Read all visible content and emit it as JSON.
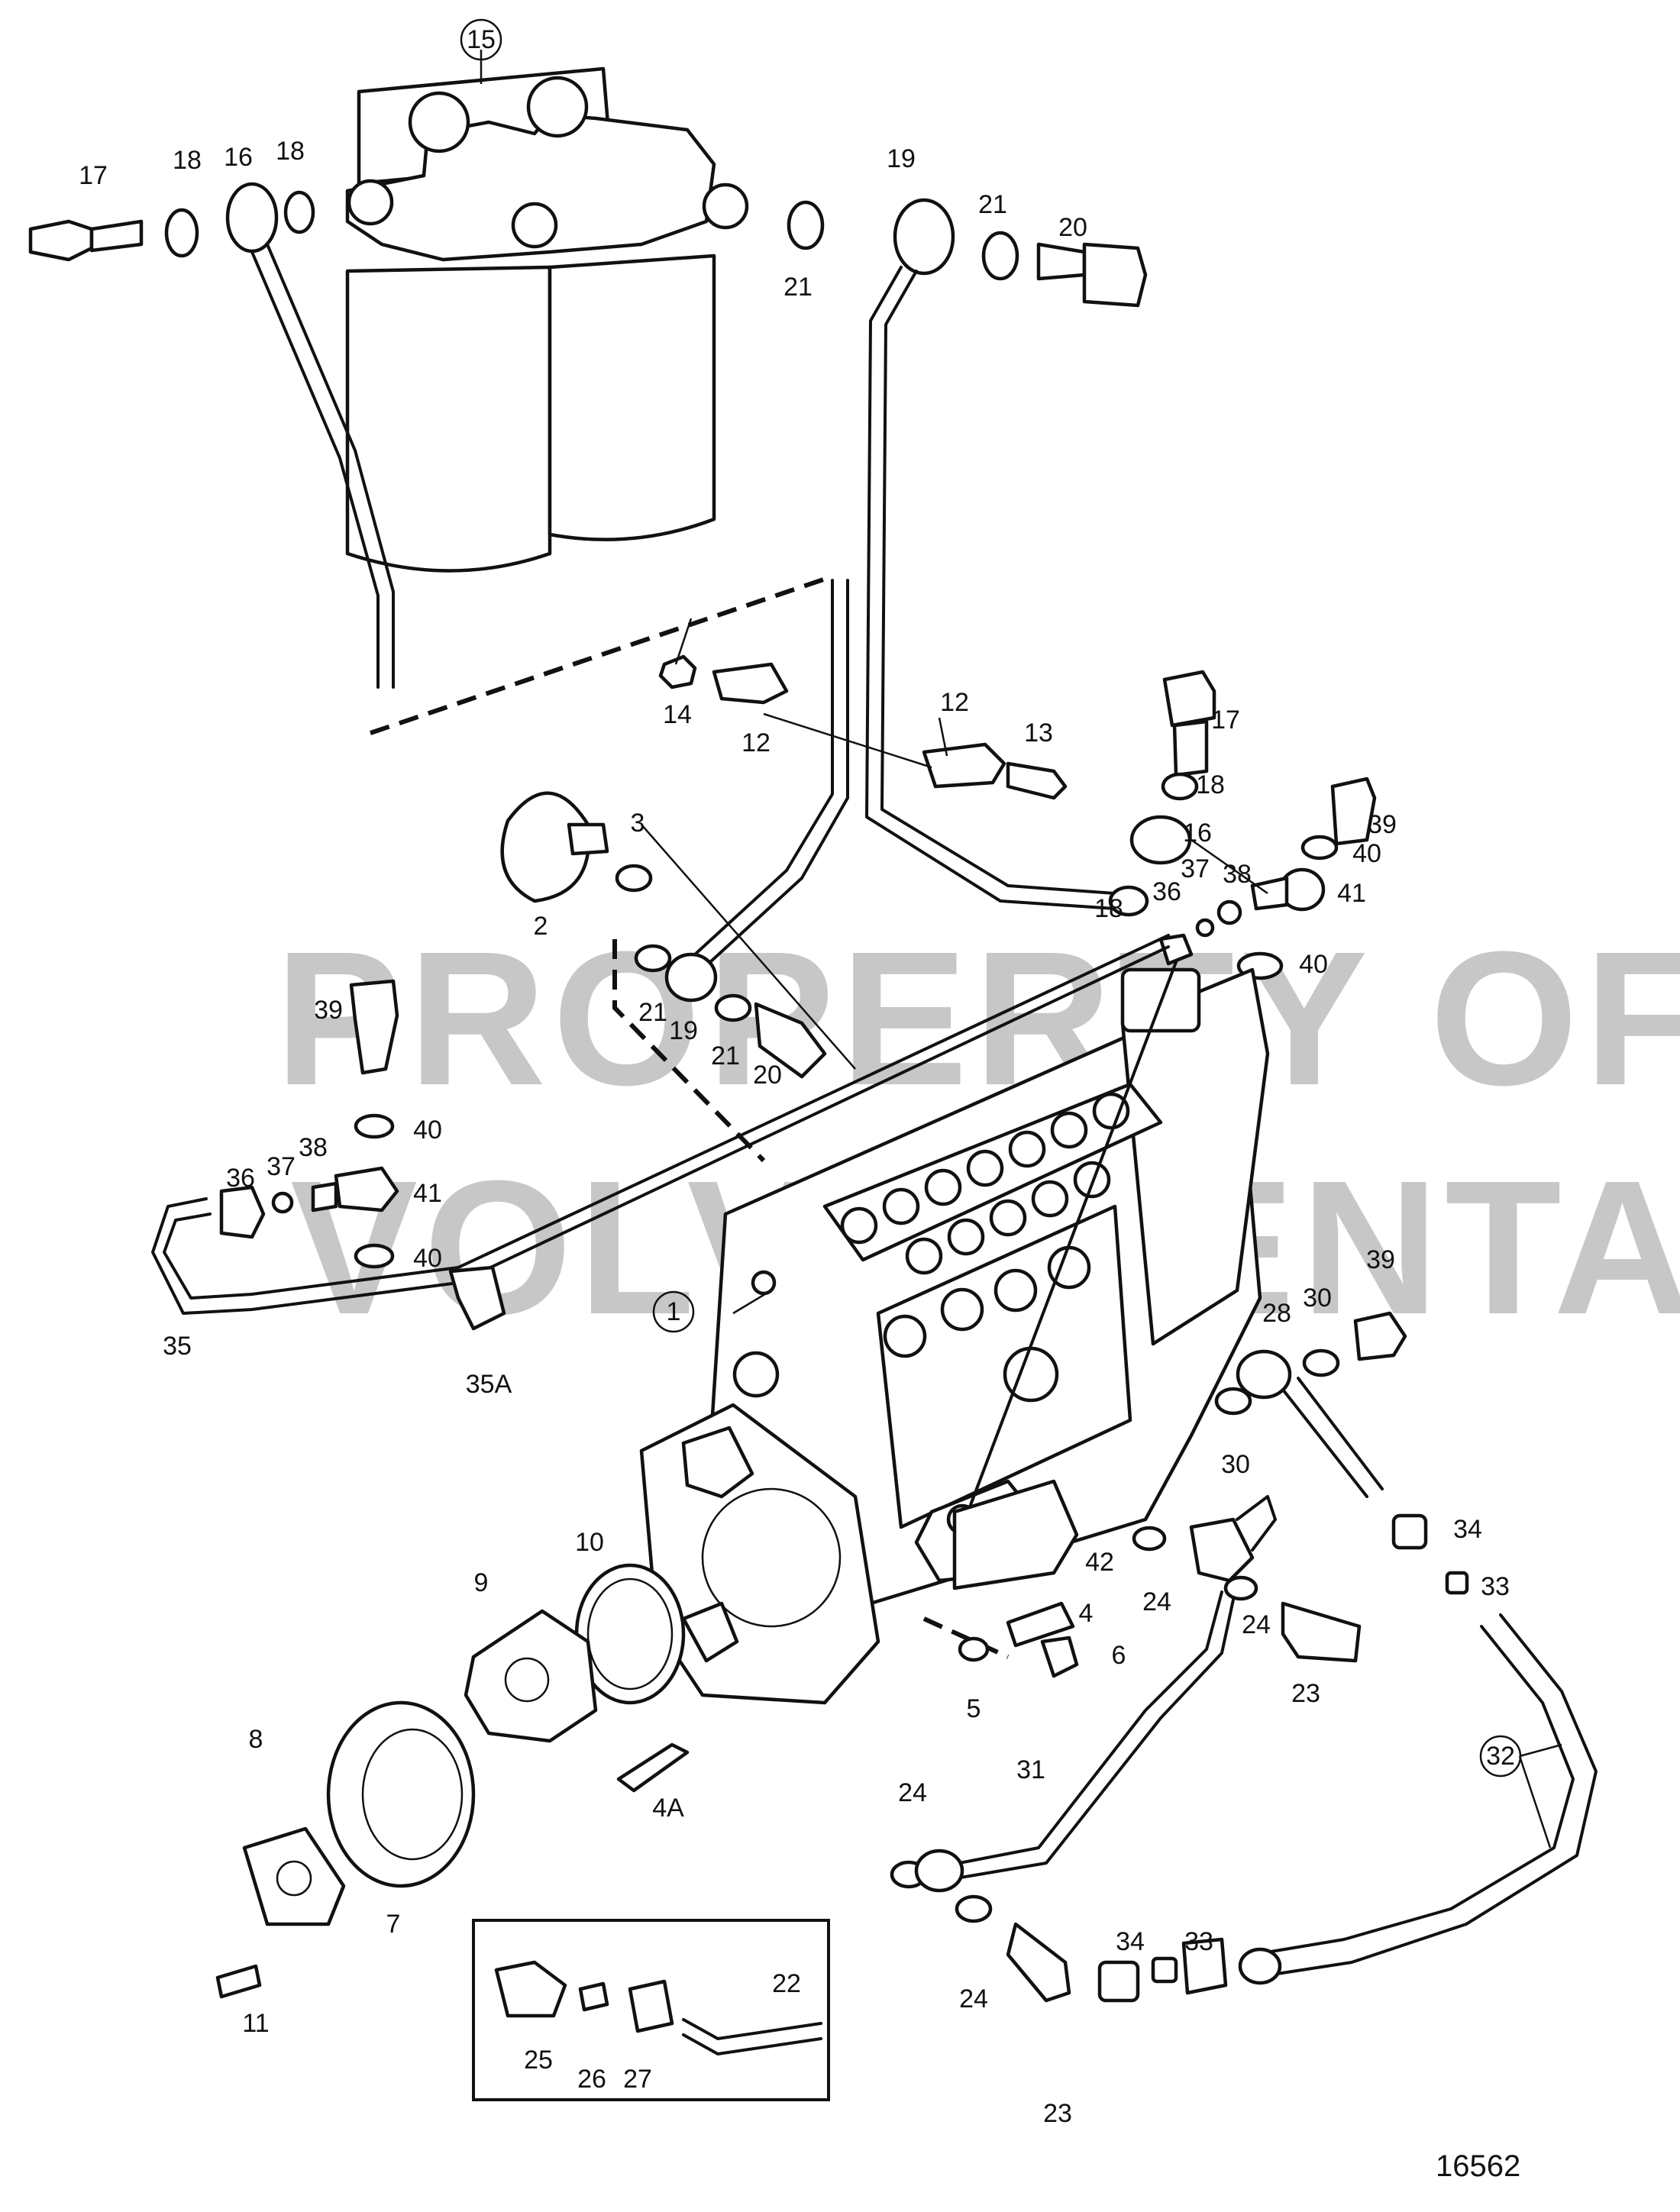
{
  "watermark": {
    "line1": "PROPERTY OF",
    "line2": "VOLVO PENTA"
  },
  "figure_number": "16562",
  "labels": [
    {
      "id": "lbl-15",
      "text": "15",
      "circled": true
    },
    {
      "id": "lbl-17a",
      "text": "17"
    },
    {
      "id": "lbl-18a",
      "text": "18"
    },
    {
      "id": "lbl-16a",
      "text": "16"
    },
    {
      "id": "lbl-18b",
      "text": "18"
    },
    {
      "id": "lbl-19a",
      "text": "19"
    },
    {
      "id": "lbl-21a",
      "text": "21"
    },
    {
      "id": "lbl-21b",
      "text": "21"
    },
    {
      "id": "lbl-20a",
      "text": "20"
    },
    {
      "id": "lbl-14",
      "text": "14"
    },
    {
      "id": "lbl-12a",
      "text": "12"
    },
    {
      "id": "lbl-12b",
      "text": "12"
    },
    {
      "id": "lbl-13",
      "text": "13"
    },
    {
      "id": "lbl-17b",
      "text": "17"
    },
    {
      "id": "lbl-18c",
      "text": "18"
    },
    {
      "id": "lbl-16b",
      "text": "16"
    },
    {
      "id": "lbl-18d",
      "text": "18"
    },
    {
      "id": "lbl-39a",
      "text": "39"
    },
    {
      "id": "lbl-40a",
      "text": "40"
    },
    {
      "id": "lbl-41a",
      "text": "41"
    },
    {
      "id": "lbl-40b",
      "text": "40"
    },
    {
      "id": "lbl-37a",
      "text": "37"
    },
    {
      "id": "lbl-38a",
      "text": "38"
    },
    {
      "id": "lbl-36a",
      "text": "36"
    },
    {
      "id": "lbl-2",
      "text": "2"
    },
    {
      "id": "lbl-3",
      "text": "3"
    },
    {
      "id": "lbl-21c",
      "text": "21"
    },
    {
      "id": "lbl-19b",
      "text": "19"
    },
    {
      "id": "lbl-21d",
      "text": "21"
    },
    {
      "id": "lbl-20b",
      "text": "20"
    },
    {
      "id": "lbl-39b",
      "text": "39"
    },
    {
      "id": "lbl-40c",
      "text": "40"
    },
    {
      "id": "lbl-38b",
      "text": "38"
    },
    {
      "id": "lbl-37b",
      "text": "37"
    },
    {
      "id": "lbl-36b",
      "text": "36"
    },
    {
      "id": "lbl-41b",
      "text": "41"
    },
    {
      "id": "lbl-40d",
      "text": "40"
    },
    {
      "id": "lbl-35",
      "text": "35"
    },
    {
      "id": "lbl-35A",
      "text": "35A"
    },
    {
      "id": "lbl-1",
      "text": "1",
      "circled": true
    },
    {
      "id": "lbl-39c",
      "text": "39"
    },
    {
      "id": "lbl-30a",
      "text": "30"
    },
    {
      "id": "lbl-28",
      "text": "28"
    },
    {
      "id": "lbl-30b",
      "text": "30"
    },
    {
      "id": "lbl-34a",
      "text": "34"
    },
    {
      "id": "lbl-33a",
      "text": "33"
    },
    {
      "id": "lbl-42",
      "text": "42"
    },
    {
      "id": "lbl-24a",
      "text": "24"
    },
    {
      "id": "lbl-24b",
      "text": "24"
    },
    {
      "id": "lbl-23a",
      "text": "23"
    },
    {
      "id": "lbl-4",
      "text": "4"
    },
    {
      "id": "lbl-6",
      "text": "6"
    },
    {
      "id": "lbl-5",
      "text": "5"
    },
    {
      "id": "lbl-10",
      "text": "10"
    },
    {
      "id": "lbl-9",
      "text": "9"
    },
    {
      "id": "lbl-8",
      "text": "8"
    },
    {
      "id": "lbl-7",
      "text": "7"
    },
    {
      "id": "lbl-11",
      "text": "11"
    },
    {
      "id": "lbl-4A",
      "text": "4A"
    },
    {
      "id": "lbl-31",
      "text": "31"
    },
    {
      "id": "lbl-24c",
      "text": "24"
    },
    {
      "id": "lbl-24d",
      "text": "24"
    },
    {
      "id": "lbl-23b",
      "text": "23"
    },
    {
      "id": "lbl-34b",
      "text": "34"
    },
    {
      "id": "lbl-33b",
      "text": "33"
    },
    {
      "id": "lbl-32",
      "text": "32",
      "circled": true
    },
    {
      "id": "lbl-25",
      "text": "25"
    },
    {
      "id": "lbl-26",
      "text": "26"
    },
    {
      "id": "lbl-27",
      "text": "27"
    },
    {
      "id": "lbl-22",
      "text": "22"
    }
  ]
}
